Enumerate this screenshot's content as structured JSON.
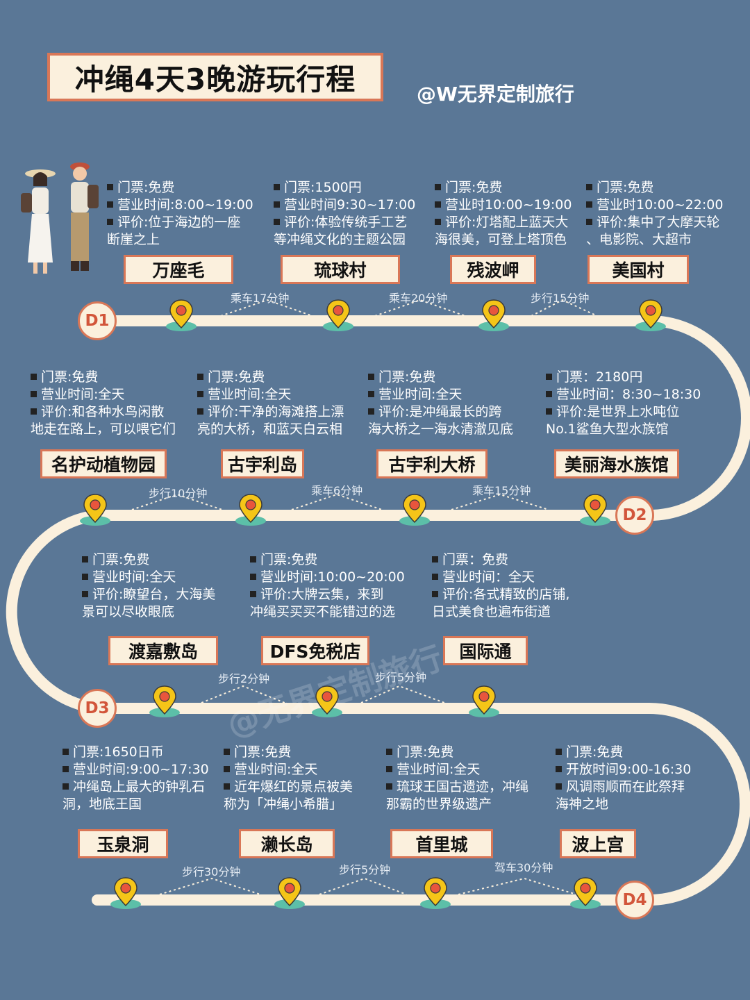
{
  "title": "冲绳4天3晚游玩行程",
  "handle": "@W无界定制旅行",
  "watermark": "@无界定制旅行",
  "days": [
    "D1",
    "D2",
    "D3",
    "D4"
  ],
  "colors": {
    "background": "#5a7796",
    "road": "#fbf0dd",
    "accent": "#d97757",
    "pin": "#f5c518"
  },
  "spots": [
    {
      "name": "万座毛",
      "lines": [
        "门票:免费",
        "营业时间:8:00~19:00",
        "评价:位于海边的一座"
      ],
      "cont": "断崖之上"
    },
    {
      "name": "琉球村",
      "lines": [
        "门票:1500円",
        "营业时间9:30~17:00",
        "评价:体验传统手工艺"
      ],
      "cont": "等冲绳文化的主题公园"
    },
    {
      "name": "残波岬",
      "lines": [
        "门票:免费",
        "营业时10:00~19:00",
        "评价:灯塔配上蓝天大"
      ],
      "cont": "海很美，可登上塔顶色"
    },
    {
      "name": "美国村",
      "lines": [
        "门票:免费",
        "营业时10:00~22:00",
        "评价:集中了大摩天轮"
      ],
      "cont": "、电影院、大超市"
    },
    {
      "name": "名护动植物园",
      "lines": [
        "门票:免费",
        "营业时间:全天",
        "评价:和各种水鸟闲散"
      ],
      "cont": "地走在路上，可以喂它们"
    },
    {
      "name": "古宇利岛",
      "lines": [
        "门票:免费",
        "营业时间:全天",
        "评价:干净的海滩搭上漂"
      ],
      "cont": "亮的大桥，和蓝天白云相"
    },
    {
      "name": "古宇利大桥",
      "lines": [
        "门票:免费",
        "营业时间:全天",
        "评价:是冲绳最长的跨"
      ],
      "cont": "海大桥之一海水清澈见底"
    },
    {
      "name": "美丽海水族馆",
      "lines": [
        "门票：2180円",
        "营业时间：8:30~18:30",
        "评价:是世界上水吨位"
      ],
      "cont": "No.1鲨鱼大型水族馆"
    },
    {
      "name": "渡嘉敷岛",
      "lines": [
        "门票:免费",
        "营业时间:全天",
        "评价:瞭望台，大海美"
      ],
      "cont": "景可以尽收眼底"
    },
    {
      "name": "DFS免税店",
      "lines": [
        "门票:免费",
        "营业时间:10:00~20:00",
        "评价:大牌云集，来到"
      ],
      "cont": "冲绳买买买不能错过的选"
    },
    {
      "name": "国际通",
      "lines": [
        "门票：免费",
        "营业时间：全天",
        "评价:各式精致的店铺,"
      ],
      "cont": "日式美食也遍布街道"
    },
    {
      "name": "玉泉洞",
      "lines": [
        "门票:1650日币",
        "营业时间:9:00~17:30",
        "冲绳岛上最大的钟乳石"
      ],
      "cont": "洞，地底王国"
    },
    {
      "name": "濑长岛",
      "lines": [
        "门票:免费",
        "营业时间:全天",
        "近年爆红的景点被美"
      ],
      "cont": "称为「冲绳小希腊」"
    },
    {
      "name": "首里城",
      "lines": [
        "门票:免费",
        "营业时间:全天",
        "琉球王国古遗迹，冲绳"
      ],
      "cont": "那霸的世界级遗产"
    },
    {
      "name": "波上宫",
      "lines": [
        "门票:免费",
        "开放时间9:00-16:30",
        "风调雨顺而在此祭拜"
      ],
      "cont": "海神之地"
    }
  ],
  "transport": [
    "乘车17分钟",
    "乘车20分钟",
    "步行15分钟",
    "步行10分钟",
    "乘车6分钟",
    "乘车15分钟",
    "步行2分钟",
    "步行5分钟",
    "步行30分钟",
    "步行5分钟",
    "驾车30分钟"
  ]
}
